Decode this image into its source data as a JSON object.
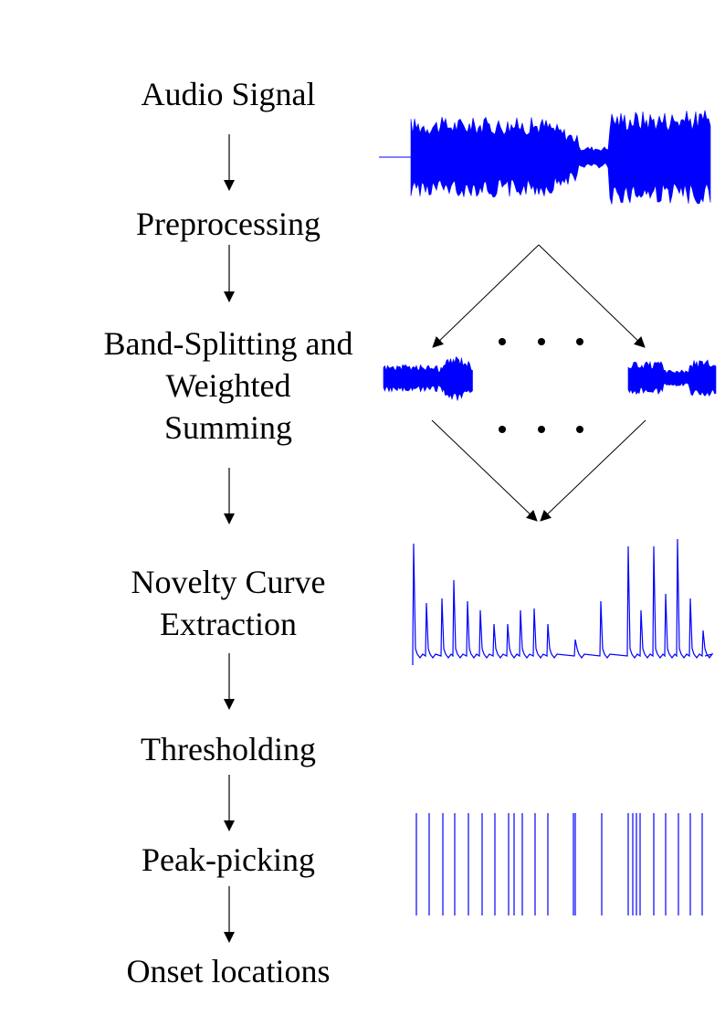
{
  "steps": [
    {
      "lines": [
        "Audio Signal"
      ]
    },
    {
      "lines": [
        "Preprocessing"
      ]
    },
    {
      "lines": [
        "Band-Splitting and",
        "Weighted",
        "Summing"
      ]
    },
    {
      "lines": [
        "Novelty Curve",
        "Extraction"
      ]
    },
    {
      "lines": [
        "Thresholding"
      ]
    },
    {
      "lines": [
        "Peak-picking"
      ]
    },
    {
      "lines": [
        "Onset locations"
      ]
    }
  ],
  "colors": {
    "text": "#000000",
    "signal": "#0000ff"
  },
  "onset_count": 24
}
